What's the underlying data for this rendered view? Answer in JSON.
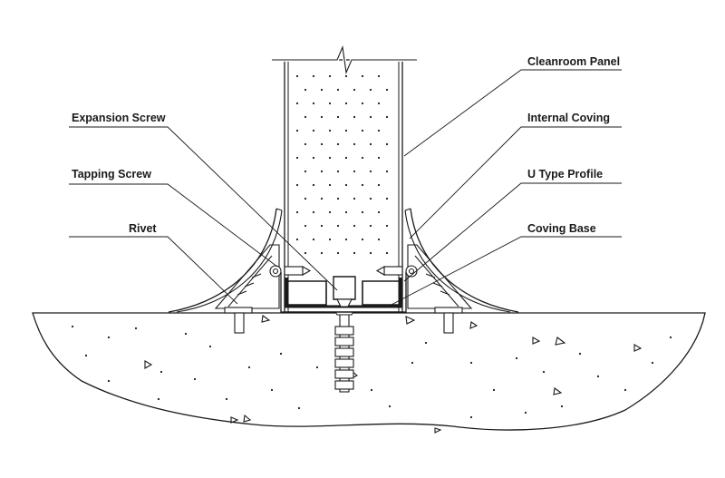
{
  "labels": {
    "cleanroom_panel": "Cleanroom Panel",
    "internal_coving": "Internal Coving",
    "u_type_profile": "U Type Profile",
    "coving_base": "Coving Base",
    "expansion_screw": "Expansion Screw",
    "tapping_screw": "Tapping Screw",
    "rivet": "Rivet"
  },
  "colors": {
    "line": "#1a1a1a",
    "background": "#ffffff"
  }
}
